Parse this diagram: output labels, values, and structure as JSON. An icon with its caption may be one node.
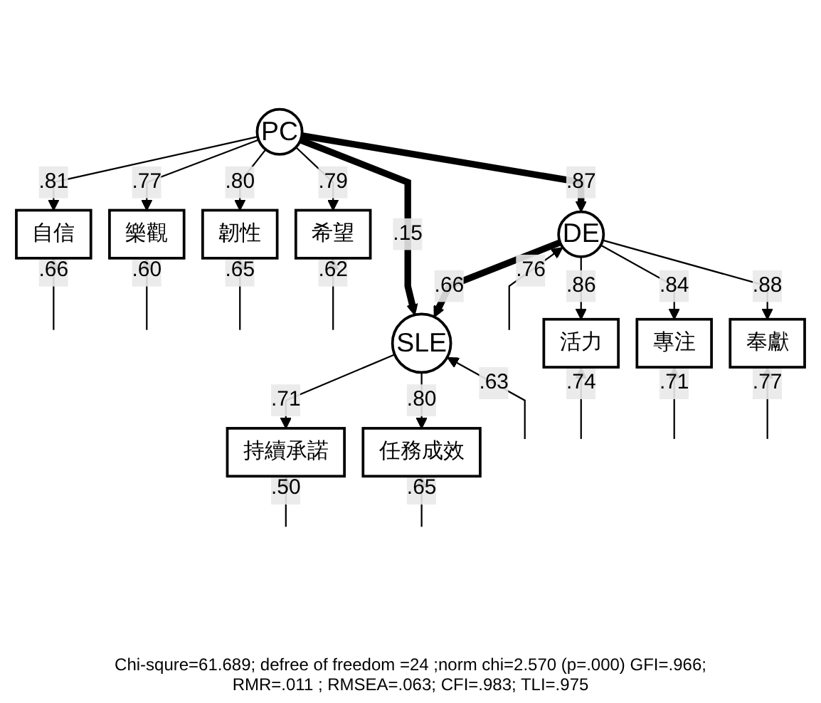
{
  "diagram": {
    "nodes": [
      {
        "text": [
          "自信"
        ],
        "beside": [
          ".66"
        ]
      },
      {
        "text": [
          "樂觀"
        ],
        "beside": [
          ".60"
        ]
      },
      {
        "text": [
          "韌性"
        ],
        "beside": [
          ".65"
        ]
      },
      {
        "text": [
          "希望"
        ],
        "beside": [
          ".62"
        ]
      },
      {
        "text": [
          "持續承諾"
        ],
        "beside": [
          ".50"
        ]
      },
      {
        "text": [
          "任務成效"
        ],
        "beside": [
          ".65"
        ]
      },
      {
        "text": [
          "PC"
        ]
      },
      {
        "text": [
          "SLE"
        ],
        "beside": [
          ".63"
        ]
      },
      {
        "text": [
          "DE"
        ],
        "beside": [
          ".76"
        ]
      },
      {
        "text": [
          "活力"
        ],
        "beside": [
          ".74"
        ]
      },
      {
        "text": [
          "專注"
        ],
        "beside": [
          ".71"
        ]
      },
      {
        "text": [
          "奉獻"
        ],
        "beside": [
          ".77"
        ]
      }
    ],
    "edges": [
      {
        "from": null,
        "to": 0,
        "arrow": "to"
      },
      {
        "from": null,
        "to": 1,
        "arrow": "to"
      },
      {
        "from": null,
        "to": 2,
        "arrow": "to"
      },
      {
        "from": null,
        "to": 3,
        "arrow": "to"
      },
      {
        "from": null,
        "to": 4,
        "arrow": "to"
      },
      {
        "from": null,
        "to": 5,
        "arrow": "to"
      },
      {
        "from": 6,
        "to": 0,
        "arrow": "to",
        "label": ".81"
      },
      {
        "from": 6,
        "to": 1,
        "arrow": "to",
        "label": ".77"
      },
      {
        "from": 6,
        "to": 2,
        "arrow": "to",
        "label": ".80"
      },
      {
        "from": 6,
        "to": 3,
        "arrow": "to",
        "label": ".79"
      },
      {
        "from": 7,
        "to": 4,
        "arrow": "to",
        "label": ".71"
      },
      {
        "from": 7,
        "to": 5,
        "arrow": "to",
        "label": ".80"
      },
      {
        "from": 6,
        "to": 7,
        "arrow": "to",
        "label": ".15",
        "style": "thick"
      },
      {
        "from": 6,
        "to": 8,
        "arrow": "to",
        "label": ".87",
        "style": "thick"
      },
      {
        "from": 8,
        "to": 7,
        "arrow": "to",
        "label": ".66",
        "style": "thick"
      },
      {
        "from": null,
        "to": 7,
        "arrow": "to"
      },
      {
        "from": null,
        "to": 8,
        "arrow": "to"
      },
      {
        "from": 8,
        "to": 9,
        "arrow": "to",
        "label": ".86"
      },
      {
        "from": 8,
        "to": 10,
        "arrow": "to",
        "label": ".84"
      },
      {
        "from": 8,
        "to": 11,
        "arrow": "to",
        "label": ".88"
      },
      {
        "from": null,
        "to": 9,
        "arrow": "to"
      },
      {
        "from": null,
        "to": 10,
        "arrow": "to"
      },
      {
        "from": null,
        "to": 11,
        "arrow": "to"
      }
    ],
    "labels": [
      "Chi-squre=61.689; defree of freedom =24 ;norm chi=2.570 (p=.000) GFI=.966; RMR=.011 ; RMSEA=.063; CFI=.983; TLI=.975"
    ]
  }
}
